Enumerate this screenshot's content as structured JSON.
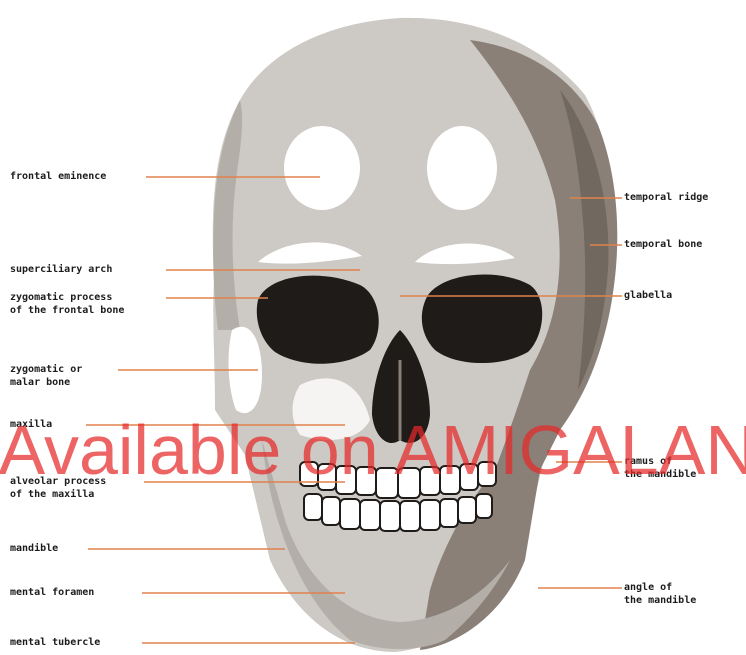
{
  "colors": {
    "skull_light": "#cdc9c4",
    "skull_mid": "#b3aea8",
    "skull_shadow": "#8a8078",
    "skull_dark": "#716860",
    "socket": "#1e1b19",
    "leader_line": "#e0824c",
    "label_text": "#1c1c1c",
    "watermark": "#e62828"
  },
  "labels": {
    "left": {
      "frontal_eminence": "frontal eminence",
      "superciliary_arch": "superciliary arch",
      "zygomatic_process_1": "zygomatic process",
      "zygomatic_process_2": "of the frontal bone",
      "zygomatic_bone_1": "zygomatic or",
      "zygomatic_bone_2": "malar bone",
      "maxilla": "maxilla",
      "alveolar_process_1": "alveolar process",
      "alveolar_process_2": "of the maxilla",
      "mandible": "mandible",
      "mental_foramen": "mental foramen",
      "mental_tubercle": "mental tubercle"
    },
    "right": {
      "temporal_ridge": "temporal ridge",
      "temporal_bone": "temporal bone",
      "glabella": "glabella",
      "ramus_1": "ramus of",
      "ramus_2": "the mandible",
      "angle_1": "angle of",
      "angle_2": "the mandible"
    }
  },
  "watermark": {
    "text": "n Available on AMIGALAN"
  }
}
